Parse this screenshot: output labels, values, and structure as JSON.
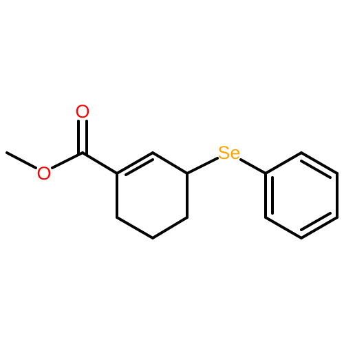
{
  "molecule": {
    "atoms": {
      "oxygen_carbonyl": {
        "symbol": "O",
        "color": "#ff0000"
      },
      "oxygen_ester": {
        "symbol": "O",
        "color": "#ff0000"
      },
      "selenium": {
        "symbol": "Se",
        "color": "#ffa500"
      }
    },
    "bond_color": "#000000"
  }
}
